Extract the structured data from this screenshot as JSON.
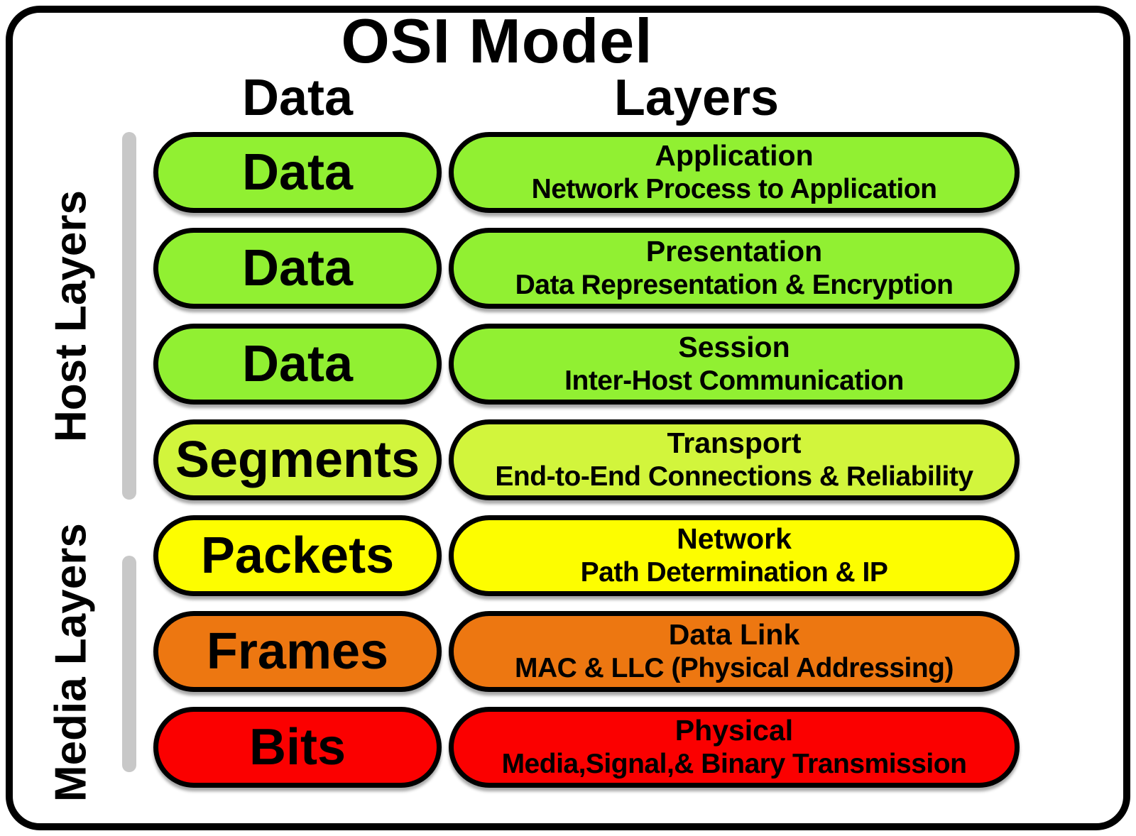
{
  "title": "OSI Model",
  "headers": {
    "data": "Data",
    "layers": "Layers"
  },
  "side_groups": {
    "host": {
      "label": "Host Layers"
    },
    "media": {
      "label": "Media Layers"
    }
  },
  "rows": [
    {
      "pdu": "Data",
      "layer": "Application",
      "description": "Network Process to Application",
      "color": "#91F032"
    },
    {
      "pdu": "Data",
      "layer": "Presentation",
      "description": "Data Representation & Encryption",
      "color": "#91F032"
    },
    {
      "pdu": "Data",
      "layer": "Session",
      "description": "Inter-Host Communication",
      "color": "#91F032"
    },
    {
      "pdu": "Segments",
      "layer": "Transport",
      "description": "End-to-End Connections & Reliability",
      "color": "#D2F53C"
    },
    {
      "pdu": "Packets",
      "layer": "Network",
      "description": "Path Determination & IP",
      "color": "#FDFD00"
    },
    {
      "pdu": "Frames",
      "layer": "Data Link",
      "description": "MAC & LLC (Physical Addressing)",
      "color": "#ED7711"
    },
    {
      "pdu": "Bits",
      "layer": "Physical",
      "description": "Media,Signal,& Binary Transmission",
      "color": "#FB0000"
    }
  ],
  "accent_colors": {
    "group_bar_gray": "#C8C8C8",
    "outline_black": "#000000",
    "background_white": "#FFFFFF"
  }
}
